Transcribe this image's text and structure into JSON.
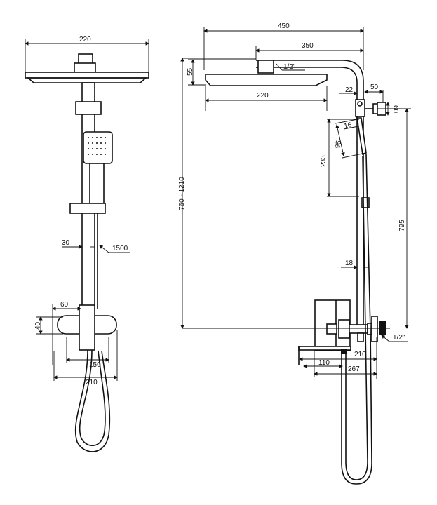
{
  "title": "Shower system dimension drawing",
  "front_view": {
    "dims": {
      "head_width": "220",
      "pipe_offset": "30",
      "hose_length": "1500",
      "handle_offset": "60",
      "mixer_height": "40",
      "mixer_center": "150",
      "mixer_width": "210"
    }
  },
  "side_view": {
    "dims": {
      "total_reach": "450",
      "arm_reach": "350",
      "head_height": "55",
      "head_thread": "1/2\"",
      "head_width": "220",
      "pipe_gap": "22",
      "bracket_depth": "50",
      "bracket_size": "60",
      "holder_angle_len": "16",
      "holder_len": "95",
      "holder_drop": "233",
      "height_range": "760 - 1210",
      "bracket_height": "795",
      "pipe_diameter": "18",
      "inlet_thread": "1/2\"",
      "mixer_depth": "210",
      "spout_offset": "110",
      "spout_reach": "267"
    }
  }
}
